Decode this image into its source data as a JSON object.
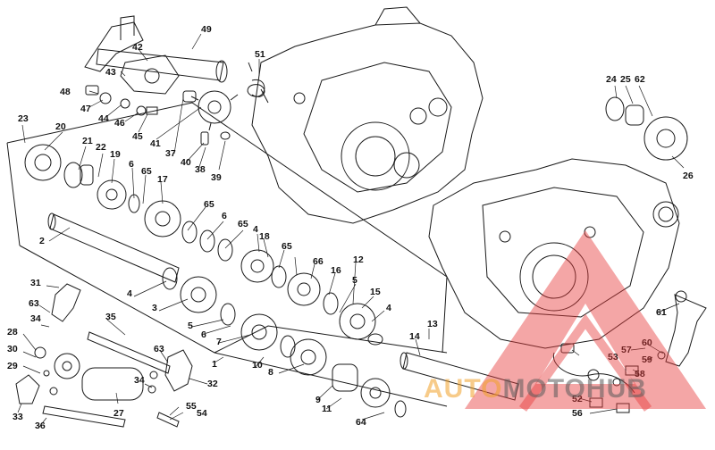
{
  "diagram": {
    "labels": [
      "49",
      "42",
      "43",
      "51",
      "48",
      "47",
      "44",
      "46",
      "45",
      "41",
      "37",
      "40",
      "38",
      "39",
      "23",
      "20",
      "21",
      "22",
      "19",
      "6",
      "65",
      "17",
      "24",
      "25",
      "62",
      "26",
      "2",
      "4",
      "65",
      "6",
      "65",
      "4",
      "18",
      "65",
      "66",
      "16",
      "12",
      "5",
      "15",
      "31",
      "63",
      "34",
      "35",
      "3",
      "5",
      "6",
      "7",
      "28",
      "29",
      "30",
      "4",
      "1",
      "10",
      "8",
      "63",
      "34",
      "32",
      "9",
      "11",
      "13",
      "14",
      "55",
      "54",
      "27",
      "33",
      "36",
      "64",
      "61",
      "57",
      "60",
      "53",
      "59",
      "58",
      "52",
      "56"
    ],
    "colors": {
      "line": "#1a1a1a",
      "watermark_red": "#e63a3a"
    }
  },
  "watermark": {
    "part1": "AUTO",
    "part2": "MOTO",
    "part3": "HUB",
    "logo": "triangle-a-logo"
  }
}
